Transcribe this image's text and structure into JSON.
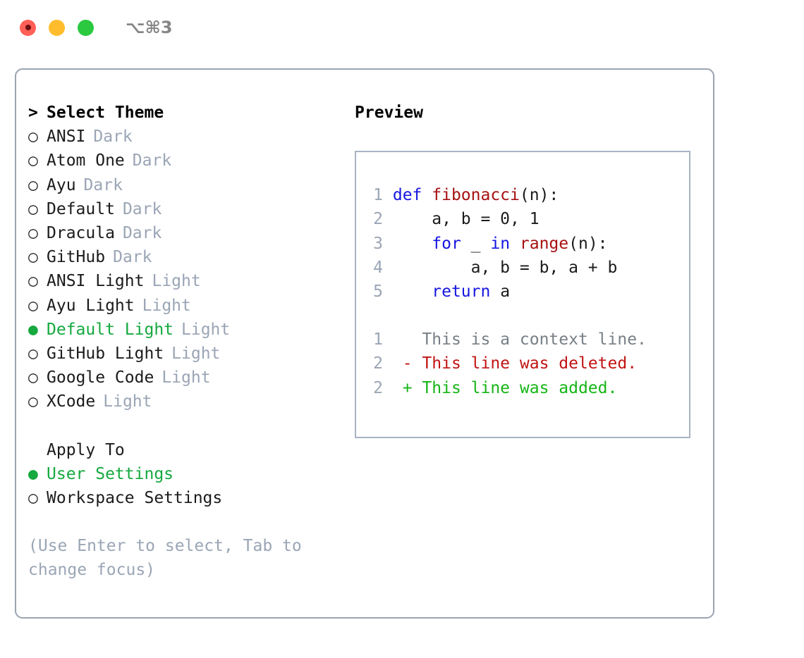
{
  "titlebar": {
    "shortcut": "⌥⌘3",
    "lights": [
      {
        "name": "close",
        "color": "#ff5f57"
      },
      {
        "name": "minimize",
        "color": "#ffbd2e"
      },
      {
        "name": "maximize",
        "color": "#2ac940"
      }
    ]
  },
  "theme_list": {
    "prompt": ">",
    "header": "Select Theme",
    "bullet_unselected": "○",
    "bullet_selected": "●",
    "items": [
      {
        "bullet": "○",
        "name": "ANSI",
        "tag": "Dark",
        "selected": false
      },
      {
        "bullet": "○",
        "name": "Atom One",
        "tag": "Dark",
        "selected": false
      },
      {
        "bullet": "○",
        "name": "Ayu",
        "tag": "Dark",
        "selected": false
      },
      {
        "bullet": "○",
        "name": "Default",
        "tag": "Dark",
        "selected": false
      },
      {
        "bullet": "○",
        "name": "Dracula",
        "tag": "Dark",
        "selected": false
      },
      {
        "bullet": "○",
        "name": "GitHub",
        "tag": "Dark",
        "selected": false
      },
      {
        "bullet": "○",
        "name": "ANSI Light",
        "tag": "Light",
        "selected": false
      },
      {
        "bullet": "○",
        "name": "Ayu Light",
        "tag": "Light",
        "selected": false
      },
      {
        "bullet": "●",
        "name": "Default Light",
        "tag": "Light",
        "selected": true
      },
      {
        "bullet": "○",
        "name": "GitHub Light",
        "tag": "Light",
        "selected": false
      },
      {
        "bullet": "○",
        "name": "Google Code",
        "tag": "Light",
        "selected": false
      },
      {
        "bullet": "○",
        "name": "XCode",
        "tag": "Light",
        "selected": false
      }
    ]
  },
  "apply_to": {
    "header": "Apply To",
    "items": [
      {
        "bullet": "●",
        "name": "User Settings",
        "selected": true
      },
      {
        "bullet": "○",
        "name": "Workspace Settings",
        "selected": false
      }
    ]
  },
  "hint": "(Use Enter to select, Tab to change focus)",
  "preview": {
    "title": "Preview",
    "code_lines": [
      {
        "num": "1",
        "segments": [
          {
            "text": "def ",
            "kind": "kw"
          },
          {
            "text": "fibonacci",
            "kind": "fn"
          },
          {
            "text": "(n):",
            "kind": "pl"
          }
        ]
      },
      {
        "num": "2",
        "segments": [
          {
            "text": "    a, b = 0, 1",
            "kind": "pl"
          }
        ]
      },
      {
        "num": "3",
        "segments": [
          {
            "text": "    ",
            "kind": "pl"
          },
          {
            "text": "for",
            "kind": "kw"
          },
          {
            "text": " _ ",
            "kind": "pl"
          },
          {
            "text": "in ",
            "kind": "kw"
          },
          {
            "text": "range",
            "kind": "fn"
          },
          {
            "text": "(n):",
            "kind": "pl"
          }
        ]
      },
      {
        "num": "4",
        "segments": [
          {
            "text": "        a, b = b, a + b",
            "kind": "pl"
          }
        ]
      },
      {
        "num": "5",
        "segments": [
          {
            "text": "    ",
            "kind": "pl"
          },
          {
            "text": "return",
            "kind": "kw"
          },
          {
            "text": " a",
            "kind": "pl"
          }
        ]
      }
    ],
    "diff_lines": [
      {
        "num": "1",
        "marker": " ",
        "text": "This is a context line.",
        "kind": "context"
      },
      {
        "num": "2",
        "marker": "-",
        "text": "This line was deleted.",
        "kind": "deleted"
      },
      {
        "num": "2",
        "marker": "+",
        "text": "This line was added.",
        "kind": "added"
      }
    ]
  },
  "colors": {
    "accent_green": "#15a93f",
    "muted": "#9aa5b5",
    "keyword": "#1515e0",
    "function": "#a61111",
    "diff_added": "#16b516",
    "diff_deleted": "#c21313",
    "border": "#9aa4b0",
    "preview_border": "#a8b4c4"
  }
}
